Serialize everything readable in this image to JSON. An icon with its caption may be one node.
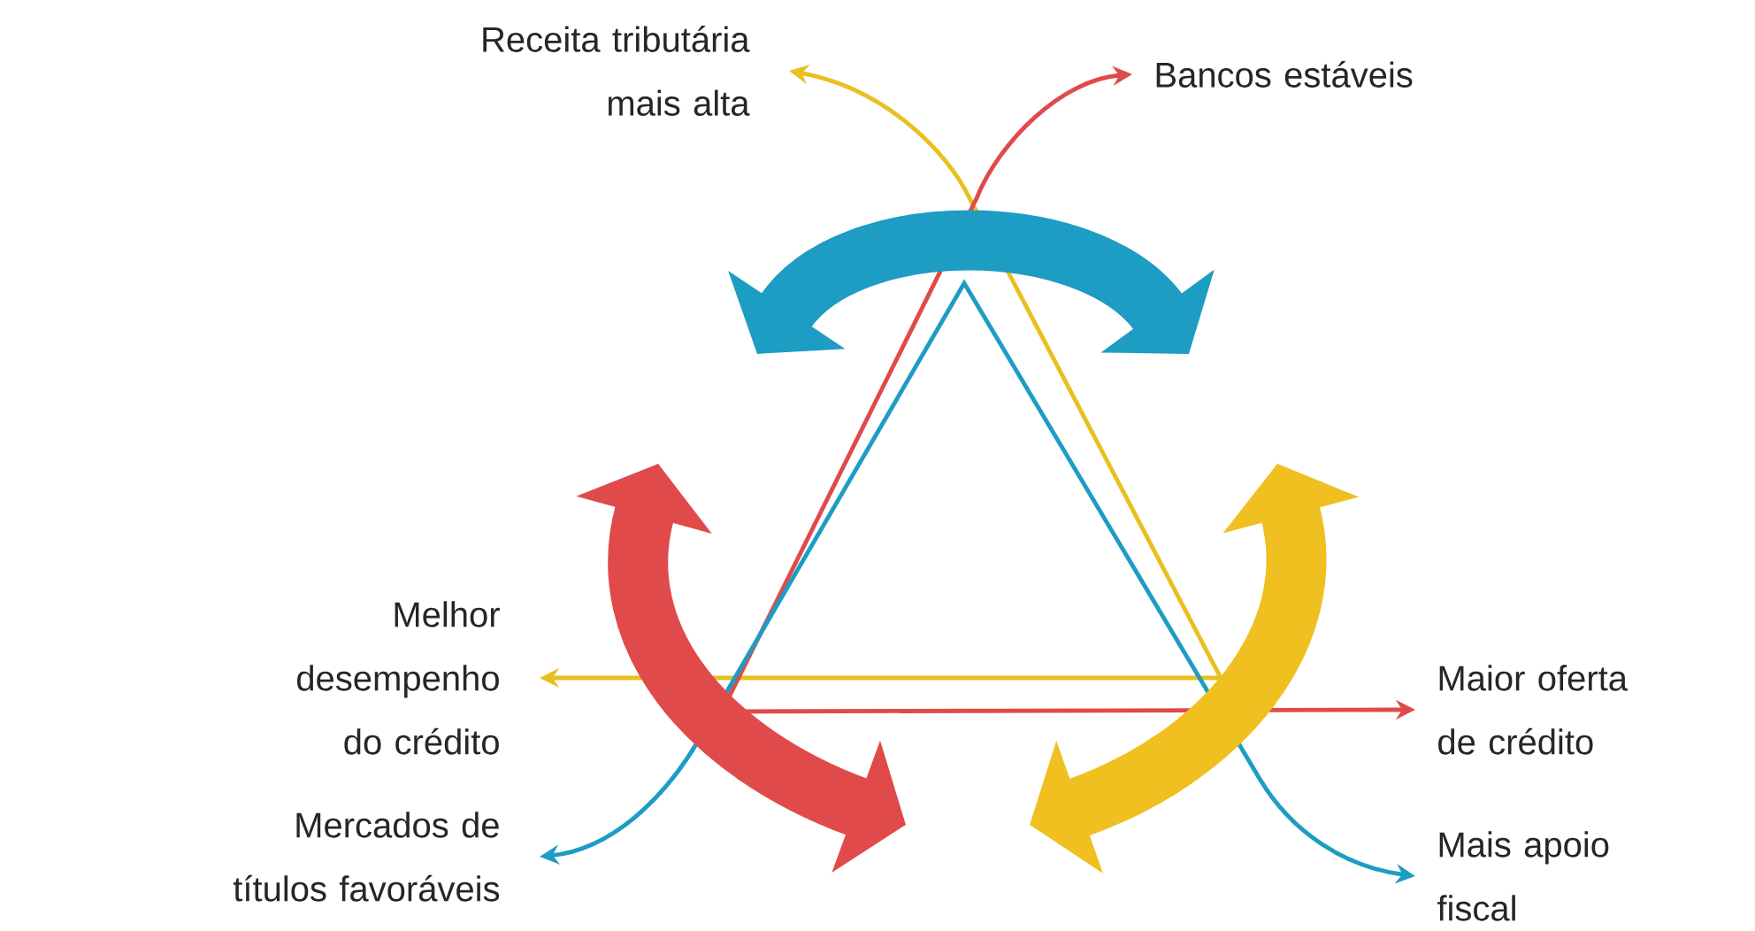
{
  "diagram": {
    "nodes": [
      {
        "text": [
          "Receita tributária mais alta"
        ]
      },
      {
        "text": [
          "Bancos estáveis"
        ]
      },
      {
        "text": [
          "Melhor desempenho do crédito"
        ]
      },
      {
        "text": [
          "Maior oferta de crédito"
        ]
      },
      {
        "text": [
          "Mercados de títulos favoráveis"
        ]
      },
      {
        "text": [
          "Mais apoio fiscal"
        ]
      }
    ],
    "edges": [
      {
        "from": 0,
        "to": 2,
        "arrow": "both",
        "color": "#e8c020"
      },
      {
        "from": 1,
        "to": 3,
        "arrow": "both",
        "color": "#e04a4a"
      },
      {
        "from": 4,
        "to": 5,
        "arrow": "both",
        "color": "#1d9cc4"
      }
    ]
  }
}
